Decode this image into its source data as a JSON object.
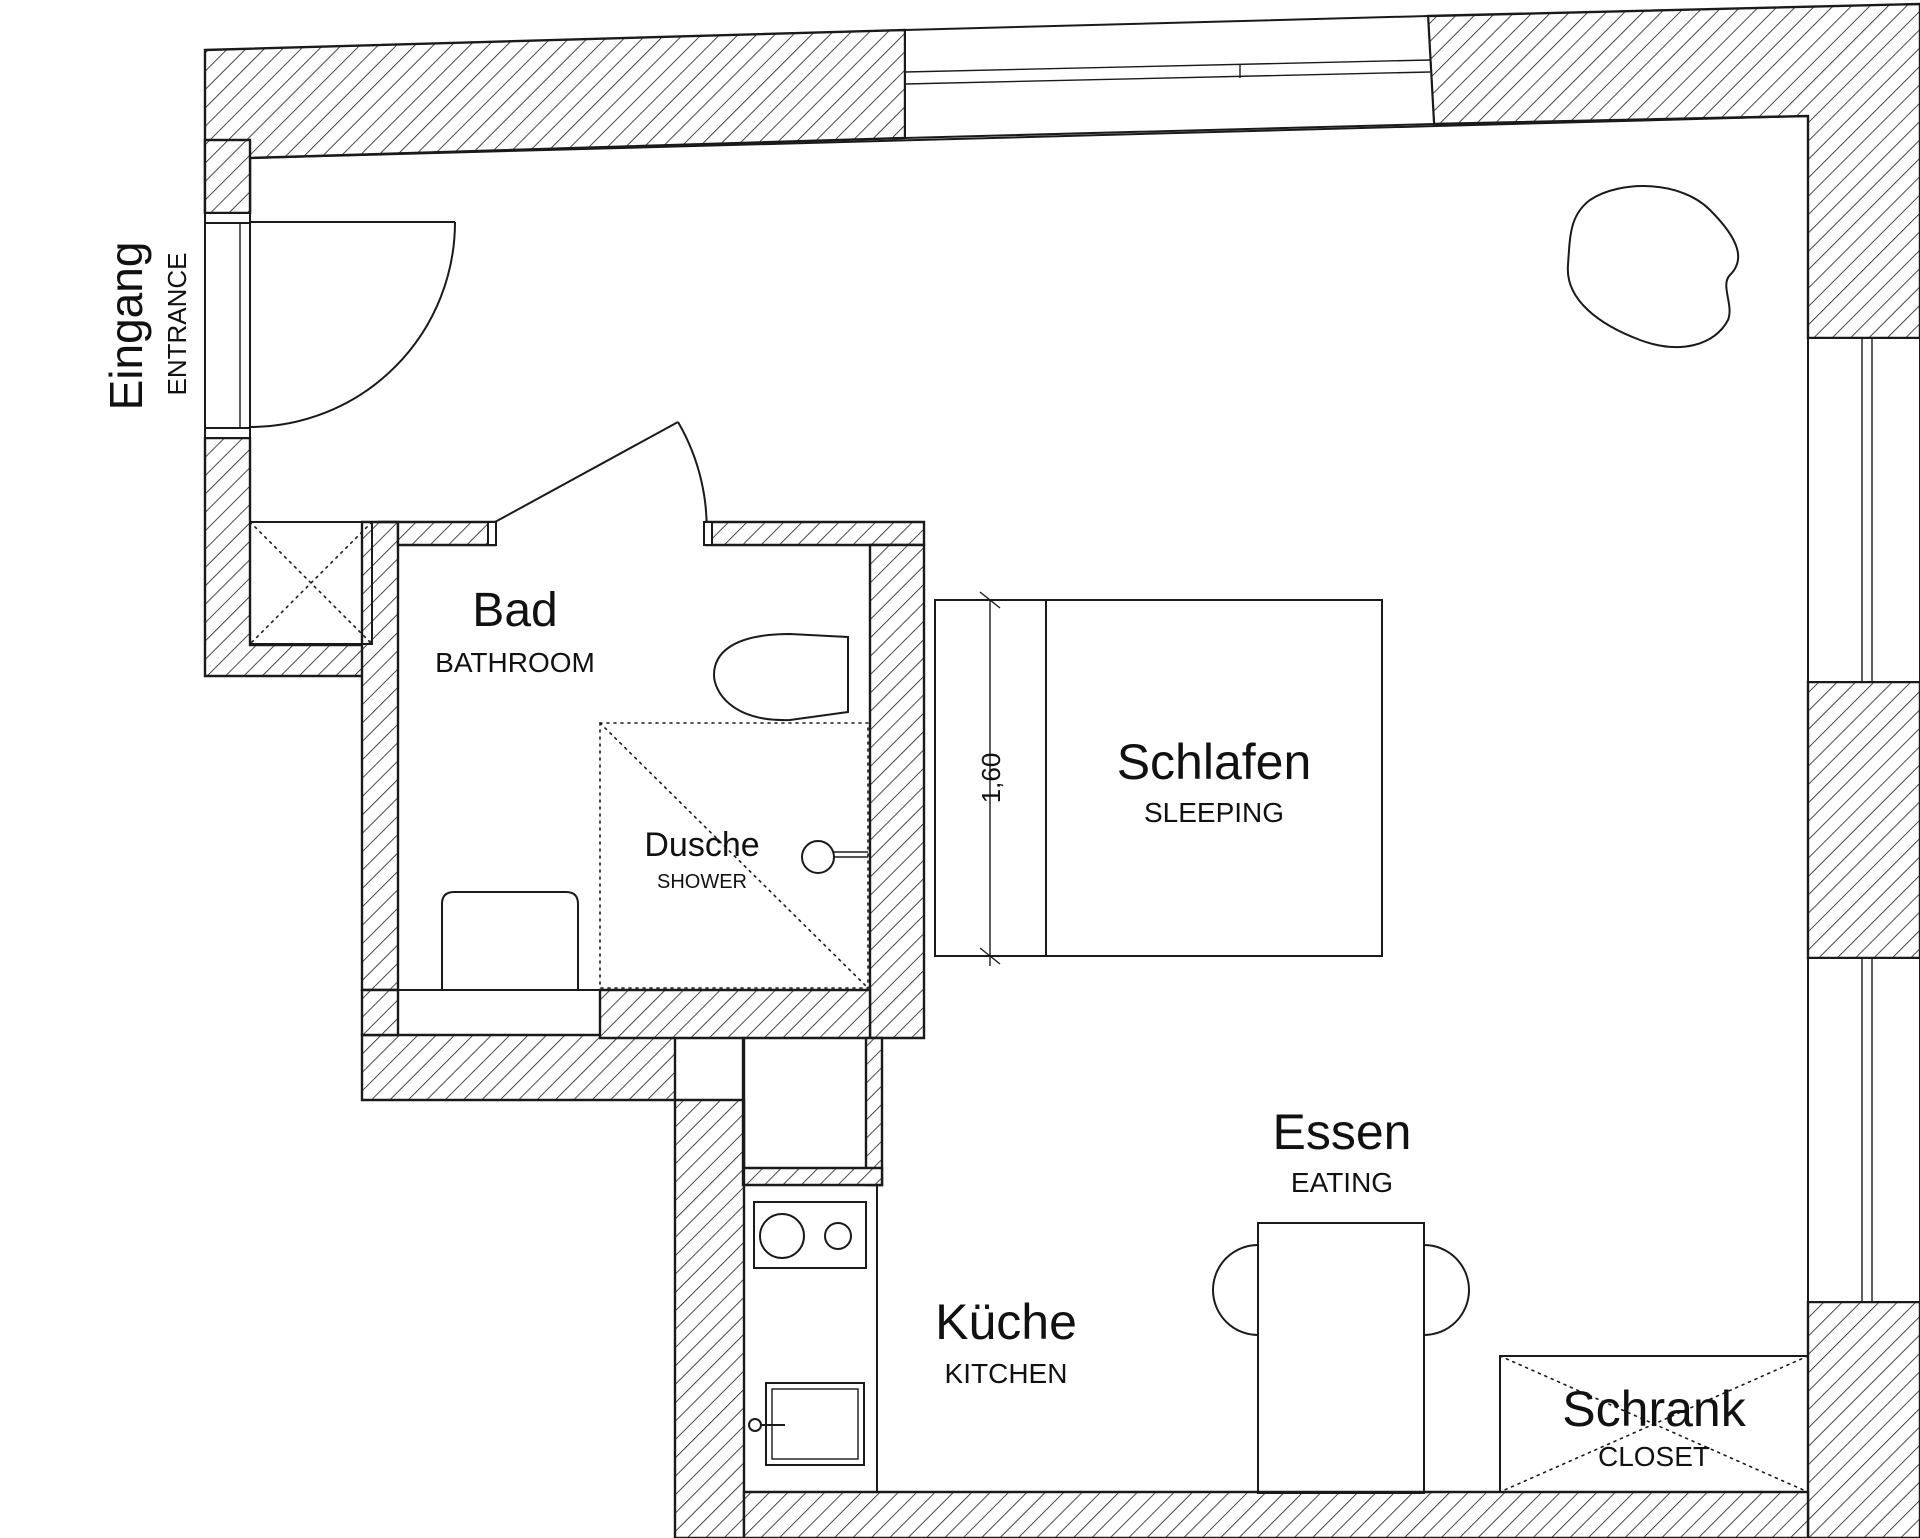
{
  "rooms": {
    "entrance": {
      "de": "Eingang",
      "en": "ENTRANCE"
    },
    "bathroom": {
      "de": "Bad",
      "en": "BATHROOM"
    },
    "shower": {
      "de": "Dusche",
      "en": "SHOWER"
    },
    "sleeping": {
      "de": "Schlafen",
      "en": "SLEEPING"
    },
    "eating": {
      "de": "Essen",
      "en": "EATING"
    },
    "kitchen": {
      "de": "Küche",
      "en": "KITCHEN"
    },
    "closet": {
      "de": "Schrank",
      "en": "CLOSET"
    }
  },
  "bed_dimension": "1,60",
  "colors": {
    "line": "#1a1a1a",
    "background": "#ffffff"
  }
}
